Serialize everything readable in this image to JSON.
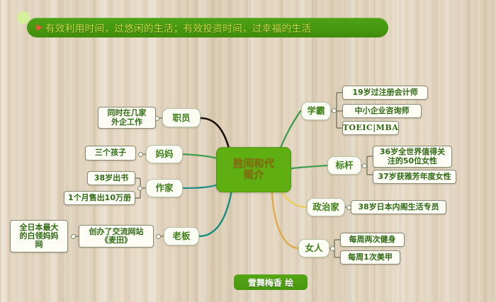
{
  "banner": {
    "icon": "play-flag-icon",
    "text": "有效利用时间，过悠闲的生活；有效投资时间，过幸福的生活"
  },
  "center": {
    "label": "胜间和代\n简介",
    "color": "#5fae12"
  },
  "signature": {
    "text": "雪舞梅香 绘"
  },
  "branches": {
    "employee": {
      "label": "职员",
      "link_color": "#1a1208",
      "children": [
        {
          "label": "同时在几家\n外企工作"
        }
      ]
    },
    "mother": {
      "label": "妈妈",
      "link_color": "#3f9e4d",
      "children": [
        {
          "label": "三个孩子"
        }
      ]
    },
    "writer": {
      "label": "作家",
      "link_color": "#1f8f86",
      "children": [
        {
          "label": "38岁出书"
        },
        {
          "label": "1个月售出10万册"
        }
      ]
    },
    "boss": {
      "label": "老板",
      "link_color": "#168f7e",
      "children": [
        {
          "label": "创办了交流网站\n《麦田》",
          "children": [
            {
              "label": "全日本最大\n的白领妈妈\n网"
            }
          ]
        }
      ]
    },
    "top_student": {
      "label": "学霸",
      "link_color": "#3f9e4d",
      "children": [
        {
          "label": "19岁过注册会计师"
        },
        {
          "label": "中小企业咨询师"
        },
        {
          "label": "TOEIC|MBA"
        }
      ]
    },
    "benchmark": {
      "label": "标杆",
      "link_color": "#3f9e4d",
      "children": [
        {
          "label": "36岁全世界值得关\n注的50位女性"
        },
        {
          "label": "37岁获雅芳年度女性"
        }
      ]
    },
    "politician": {
      "label": "政治家",
      "link_color": "#e7cf52",
      "children": [
        {
          "label": "38岁日本内阁生活专员"
        }
      ]
    },
    "woman": {
      "label": "女人",
      "link_color": "#e0a84a",
      "children": [
        {
          "label": "每周两次健身"
        },
        {
          "label": "每周1次美甲"
        }
      ]
    }
  }
}
